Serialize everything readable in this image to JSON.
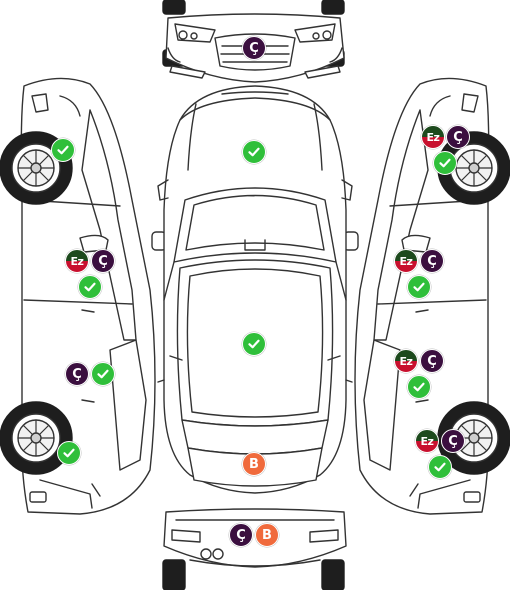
{
  "colors": {
    "ok": "#2fbf3a",
    "cizik": "#3b0f3f",
    "boyali": "#f06a3c",
    "ezik_top": "#1d4a1d",
    "ezik_bottom": "#c8102e",
    "line": "#333333",
    "tyre": "#1e1e1e"
  },
  "legend": {
    "cizik": "Ç",
    "boyali": "B",
    "ezik": "Ez"
  },
  "parts": [
    {
      "id": "front-bumper",
      "badges": [
        "cizik"
      ]
    },
    {
      "id": "hood",
      "badges": [
        "ok"
      ]
    },
    {
      "id": "roof",
      "badges": [
        "ok"
      ]
    },
    {
      "id": "trunk",
      "badges": [
        "boyali"
      ]
    },
    {
      "id": "rear-bumper",
      "badges": [
        "cizik",
        "boyali"
      ]
    },
    {
      "id": "left-front-fender",
      "badges": [
        "ok"
      ]
    },
    {
      "id": "left-front-door",
      "badges": [
        "ezik",
        "cizik",
        "ok"
      ]
    },
    {
      "id": "left-rear-door",
      "badges": [
        "cizik",
        "ok"
      ]
    },
    {
      "id": "left-rear-fender",
      "badges": [
        "ok"
      ]
    },
    {
      "id": "right-front-fender",
      "badges": [
        "ezik",
        "cizik",
        "ok"
      ]
    },
    {
      "id": "right-front-door",
      "badges": [
        "ezik",
        "cizik",
        "ok"
      ]
    },
    {
      "id": "right-rear-door",
      "badges": [
        "ezik",
        "cizik",
        "ok"
      ]
    },
    {
      "id": "right-rear-fender",
      "badges": [
        "ezik",
        "cizik",
        "ok"
      ]
    }
  ]
}
